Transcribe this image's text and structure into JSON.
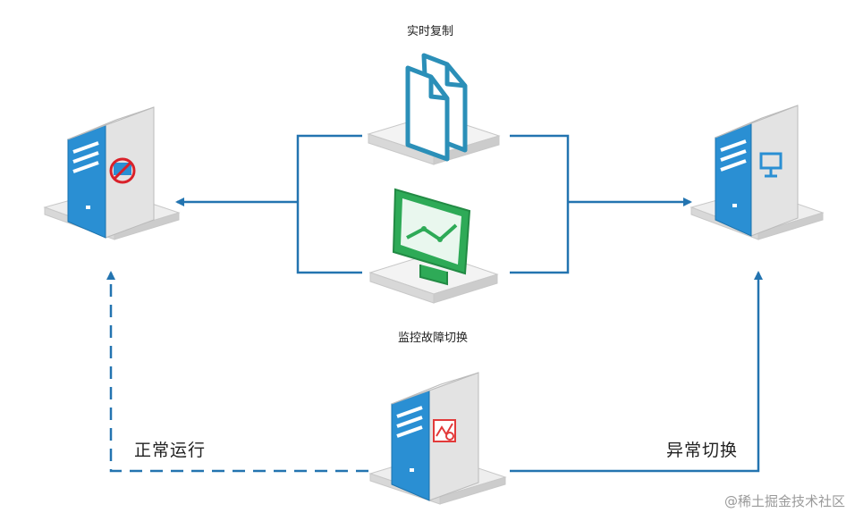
{
  "labels": {
    "realtime_replication": "实时复制",
    "monitor_failover": "监控故障切换",
    "normal_operation": "正常运行",
    "abnormal_switch": "异常切换"
  },
  "watermark": "@稀土掘金技术社区",
  "colors": {
    "connector": "#2374b0",
    "server_blue": "#2a8fd3",
    "server_side": "#e3e3e3",
    "document_icon": "#2b8fb8",
    "monitor_icon": "#2eaa57",
    "prohibited_icon": "#d9212a",
    "chart_icon": "#e23a3a"
  },
  "nodes": [
    {
      "id": "primary-server",
      "icon": "prohibited-monitor-icon"
    },
    {
      "id": "standby-server",
      "icon": "monitor-icon"
    },
    {
      "id": "witness-server",
      "icon": "chart-icon"
    },
    {
      "id": "replication-platform",
      "icon": "documents-icon"
    },
    {
      "id": "failover-monitor-platform",
      "icon": "line-chart-monitor-icon"
    }
  ]
}
